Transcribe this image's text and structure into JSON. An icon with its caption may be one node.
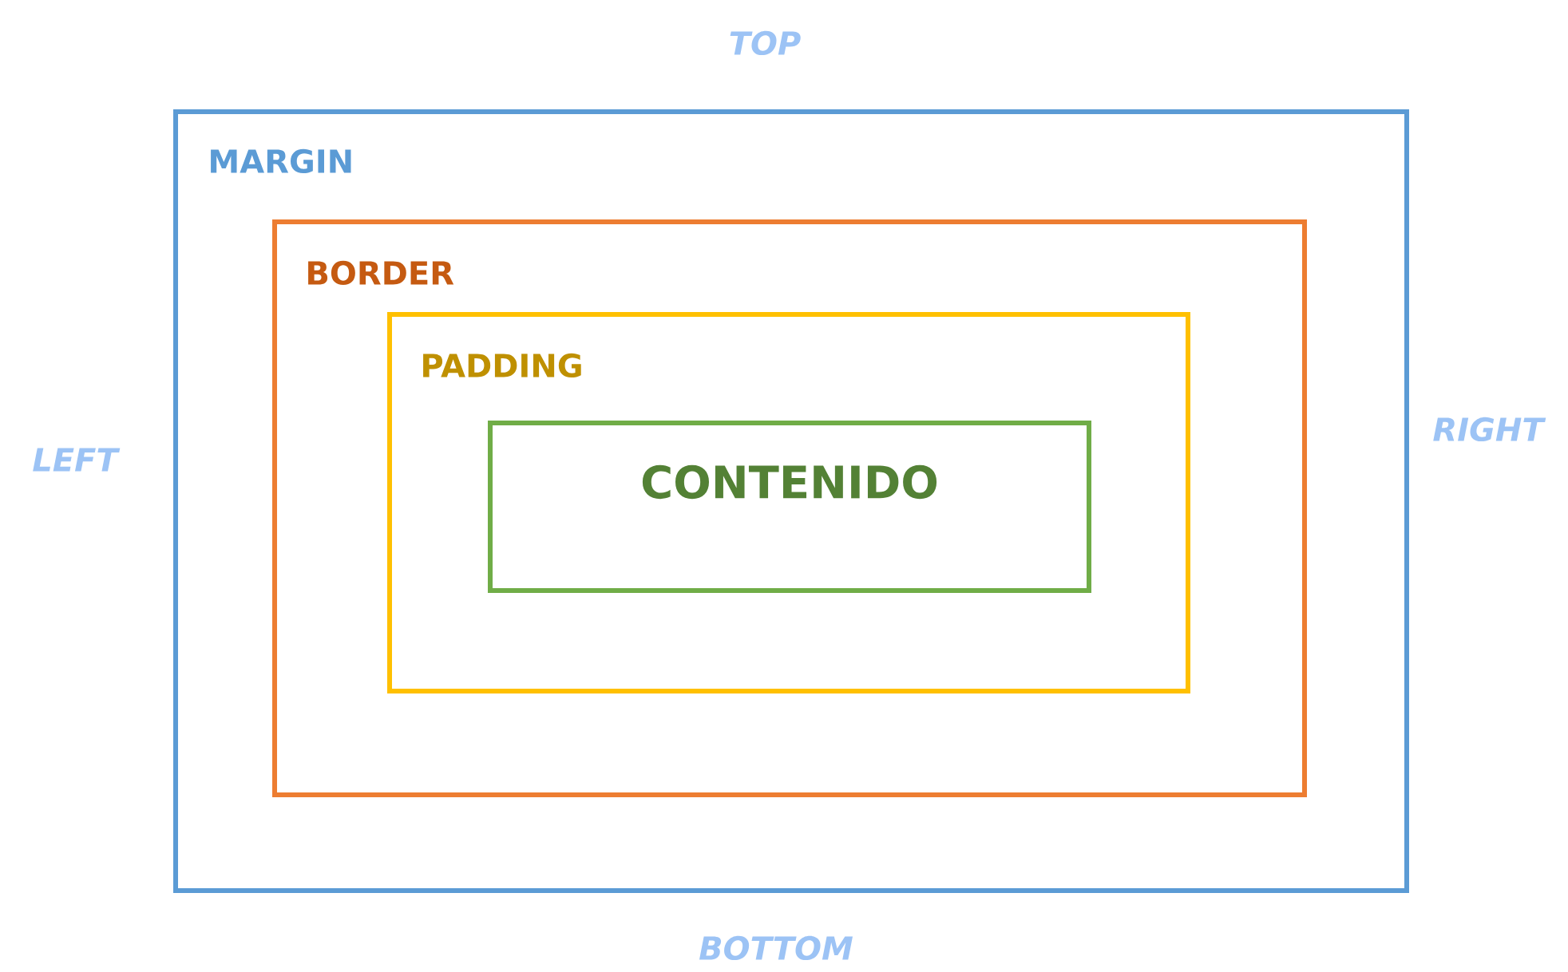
{
  "diagram": {
    "nodes": [
      {
        "text": [
          "MARGIN"
        ]
      },
      {
        "text": [
          "BORDER"
        ],
        "in": 0
      },
      {
        "text": [
          "PADDING"
        ],
        "in": 1
      },
      {
        "text": [
          "CONTENIDO"
        ],
        "in": 2
      }
    ],
    "labels": [
      "TOP",
      "LEFT",
      "RIGHT",
      "BOTTOM"
    ]
  }
}
